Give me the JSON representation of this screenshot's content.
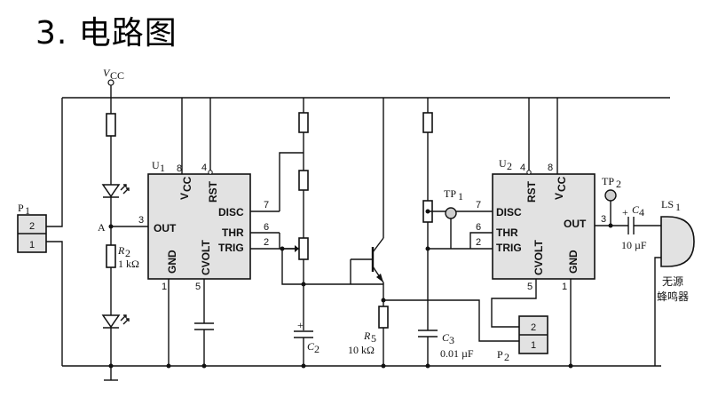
{
  "title": "3. 电路图",
  "vcc": {
    "base": "V",
    "sub": "CC"
  },
  "p1": {
    "ref": "P",
    "sub": "1",
    "pin_top": "2",
    "pin_bottom": "1"
  },
  "p2": {
    "ref": "P",
    "sub": "2",
    "pin_top": "2",
    "pin_bottom": "1"
  },
  "node_a": "A",
  "r2": {
    "ref": "R",
    "sub": "2",
    "value": "1 kΩ"
  },
  "r5": {
    "ref": "R",
    "sub": "5",
    "value": "10 kΩ"
  },
  "c2": {
    "ref": "C",
    "sub": "2",
    "polarity": "+"
  },
  "c3": {
    "ref": "C",
    "sub": "3",
    "value": "0.01 µF"
  },
  "c4": {
    "ref": "C",
    "sub": "4",
    "value": "10 µF",
    "polarity": "+"
  },
  "tp1": {
    "ref": "TP",
    "sub": "1"
  },
  "tp2": {
    "ref": "TP",
    "sub": "2"
  },
  "ls1": {
    "ref": "LS",
    "sub": "1",
    "desc_line1": "无源",
    "desc_line2": "蜂鸣器"
  },
  "u1": {
    "ref": "U",
    "sub": "1",
    "pins": {
      "vcc_num": "8",
      "rst_num": "4",
      "out_num": "3",
      "disc_num": "7",
      "thr_num": "6",
      "trig_num": "2",
      "gnd_num": "1",
      "cvolt_num": "5"
    },
    "labels": {
      "vcc": "V",
      "vcc_sub": "CC",
      "rst": "RST",
      "out": "OUT",
      "disc": "DISC",
      "thr": "THR",
      "trig": "TRIG",
      "gnd": "GND",
      "cvolt": "CVOLT"
    }
  },
  "u2": {
    "ref": "U",
    "sub": "2",
    "pins": {
      "rst_num": "4",
      "vcc_num": "8",
      "out_num": "3",
      "disc_num": "7",
      "thr_num": "6",
      "trig_num": "2",
      "gnd_num": "1",
      "cvolt_num": "5"
    },
    "labels": {
      "vcc": "V",
      "vcc_sub": "CC",
      "rst": "RST",
      "out": "OUT",
      "disc": "DISC",
      "thr": "THR",
      "trig": "TRIG",
      "gnd": "GND",
      "cvolt": "CVOLT"
    }
  }
}
